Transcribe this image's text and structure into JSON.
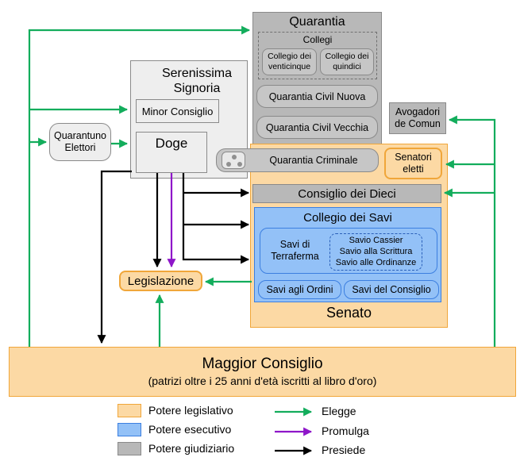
{
  "quarantia": {
    "title": "Quarantia",
    "collegi": {
      "title": "Collegi",
      "ventcinque": "Collegio dei venticinque",
      "quindici": "Collegio dei quindici"
    },
    "civil_nuova": "Quarantia Civil Nuova",
    "civil_vecchia": "Quarantia Civil Vecchia",
    "criminale": "Quarantia Criminale"
  },
  "signoria": {
    "title": "Serenissima Signoria",
    "minor_consiglio": "Minor Consiglio",
    "doge": "Doge"
  },
  "quarantuno": "Quarantuno Elettori",
  "avogadori": "Avogadori de Comun",
  "senato": {
    "label": "Senato",
    "senatori": "Senatori eletti",
    "dieci": "Consiglio dei Dieci",
    "collegio_savi": {
      "title": "Collegio dei Savi",
      "terraferma": "Savi di Terraferma",
      "cassier": "Savio Cassier",
      "scrittura": "Savio alla Scrittura",
      "ordinanze": "Savio alle Ordinanze",
      "ordini": "Savi agli Ordini",
      "consiglio": "Savi del Consiglio"
    }
  },
  "legislazione": "Legislazione",
  "maggior": {
    "title": "Maggior Consiglio",
    "subtitle": "(patrizi oltre i 25 anni d'età iscritti al libro d'oro)"
  },
  "legend": {
    "legislativo": "Potere legislativo",
    "esecutivo": "Potere esecutivo",
    "giudiziario": "Potere giudiziario",
    "elegge": "Elegge",
    "promulga": "Promulga",
    "presiede": "Presiede"
  },
  "colors": {
    "green": "#13ad5c",
    "purple": "#8e16c9",
    "black": "#000000",
    "orange_fill": "#fcd9a4",
    "blue_fill": "#93c1f7",
    "gray_fill": "#b8b8b8"
  }
}
